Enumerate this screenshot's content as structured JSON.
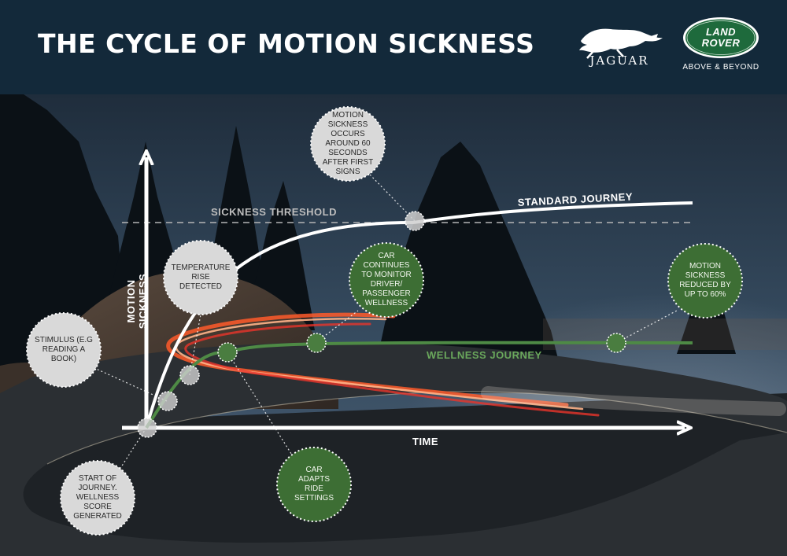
{
  "header": {
    "title": "THE CYCLE OF MOTION SICKNESS",
    "jaguar_wordmark": "JAGUAR",
    "land_rover_line1": "LAND",
    "land_rover_line2": "ROVER",
    "land_rover_tagline": "ABOVE & BEYOND"
  },
  "diagram": {
    "y_axis_label": "MOTION SICKNESS",
    "x_axis_label": "TIME",
    "threshold_label": "SICKNESS THRESHOLD",
    "standard_label": "STANDARD JOURNEY",
    "wellness_label": "WELLNESS JOURNEY",
    "callouts": {
      "start": "START OF JOURNEY. WELLNESS SCORE GENERATED",
      "stimulus": "STIMULUS (E.G READING A BOOK)",
      "temperature": "TEMPERATURE RISE DETECTED",
      "motion_onset": "MOTION SICKNESS OCCURS AROUND 60 SECONDS AFTER FIRST SIGNS",
      "monitor": "CAR CONTINUES TO MONITOR DRIVER/ PASSENGER WELLNESS",
      "adapts": "CAR ADAPTS RIDE SETTINGS",
      "reduced": "MOTION SICKNESS REDUCED BY UP TO 60%"
    }
  },
  "colors": {
    "header_bg": "#13293a",
    "standard_line": "#ffffff",
    "wellness_line": "#4e8a45",
    "wellness_label": "#6aa85c",
    "grey_bubble": "#d9d9d9",
    "green_bubble": "#3d6e34",
    "threshold": "#b5b5b5"
  }
}
